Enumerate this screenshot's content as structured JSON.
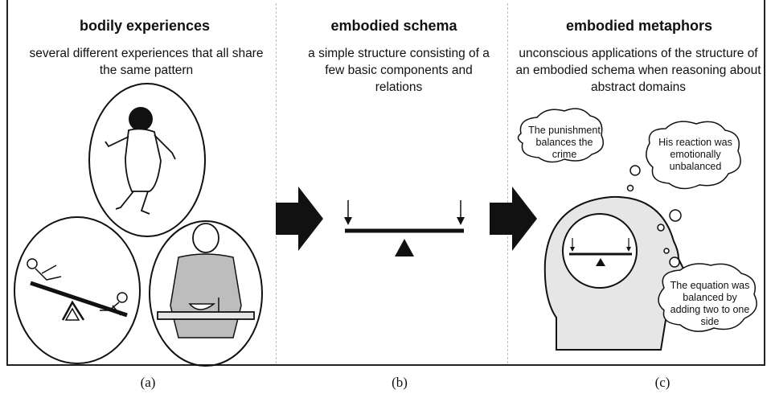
{
  "panels": [
    {
      "title": "bodily experiences",
      "description": "several different experiences that all share the same pattern",
      "caption": "(a)"
    },
    {
      "title": "embodied schema",
      "description": "a simple structure consisting of a few basic components and relations",
      "caption": "(b)"
    },
    {
      "title": "embodied metaphors",
      "description": "unconscious applications of the structure of an embodied schema when reasoning about abstract domains",
      "caption": "(c)"
    }
  ],
  "thought_bubbles": [
    "The punishment balances the crime",
    "His reaction was emotionally unbalanced",
    "The equation was balanced by adding two to one side"
  ],
  "colors": {
    "ink": "#111111",
    "divider": "#bdbdbd",
    "background": "#ffffff"
  },
  "icons": [
    "toddler-icon",
    "seesaw-children-icon",
    "waiter-tray-icon",
    "right-arrow-icon",
    "balance-schema-icon",
    "head-profile-icon"
  ]
}
